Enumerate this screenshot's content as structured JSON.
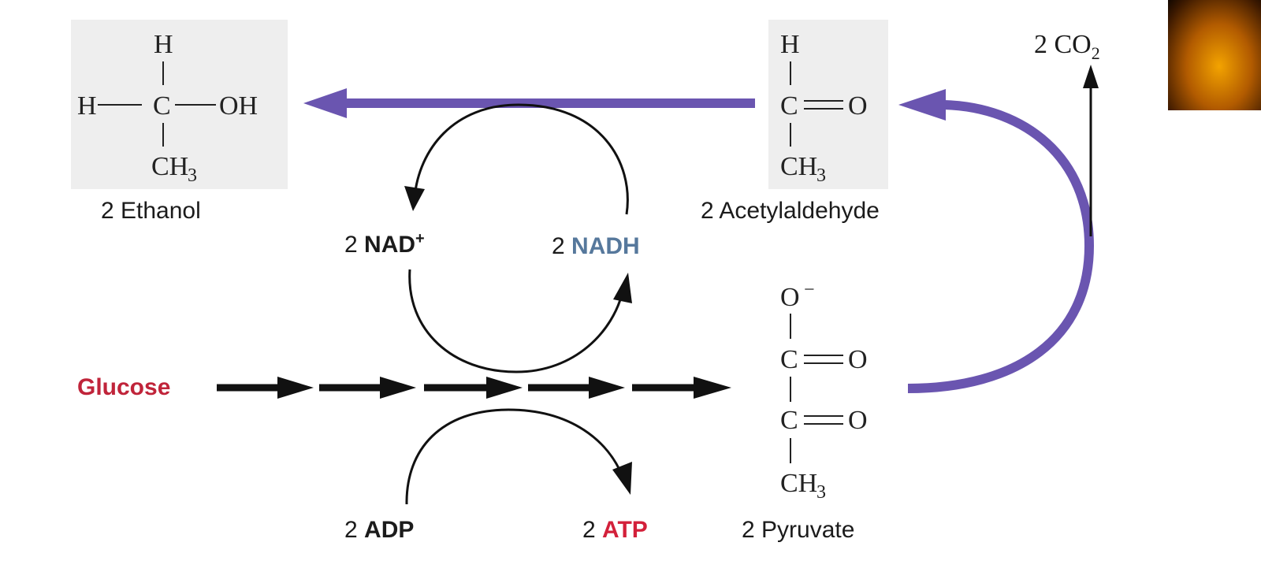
{
  "labels": {
    "ethanol": "2 Ethanol",
    "acetylaldehyde": "2 Acetylaldehyde",
    "co2_coef": "2 CO",
    "co2_sub": "2",
    "nad_coef": "2 ",
    "nad": "NAD",
    "nad_sup": "+",
    "nadh_coef": "2 ",
    "nadh": "NADH",
    "glucose": "Glucose",
    "adp_coef": "2 ",
    "adp": "ADP",
    "atp_coef": "2 ",
    "atp": "ATP",
    "pyruvate": "2 Pyruvate"
  },
  "atoms": {
    "H": "H",
    "C": "C",
    "O": "O",
    "OH": "OH",
    "CH": "CH",
    "three": "3",
    "O_minus": "O",
    "minus": "−"
  },
  "colors": {
    "purple_arrow": "#6a55b0",
    "black_arrow": "#111111",
    "box_bg": "#eeeeee",
    "glucose": "#c0243a",
    "nadh": "#56789c",
    "atp": "#d3203a"
  }
}
